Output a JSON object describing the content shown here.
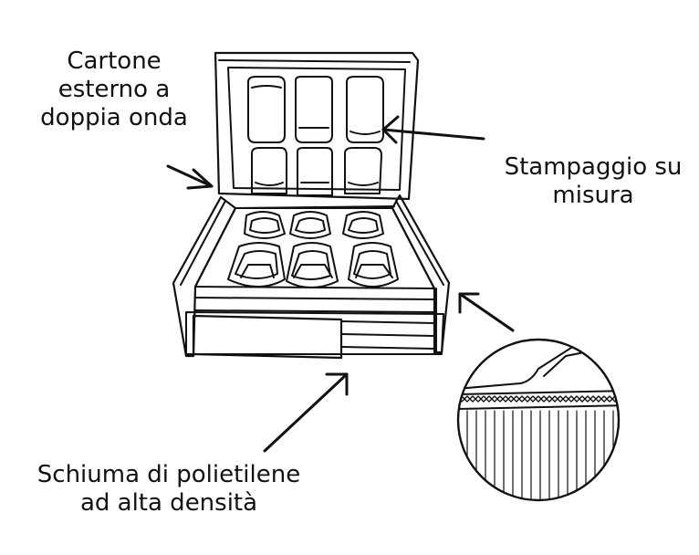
{
  "labels": {
    "cartone": [
      "Cartone",
      "esterno a",
      "doppia onda"
    ],
    "stampaggio": [
      "Stampaggio su",
      "misura"
    ],
    "schiuma": [
      "Schiuma di polietilene",
      "ad alta densità"
    ]
  },
  "colors": {
    "ink": "#111111",
    "paper": "#ffffff"
  }
}
